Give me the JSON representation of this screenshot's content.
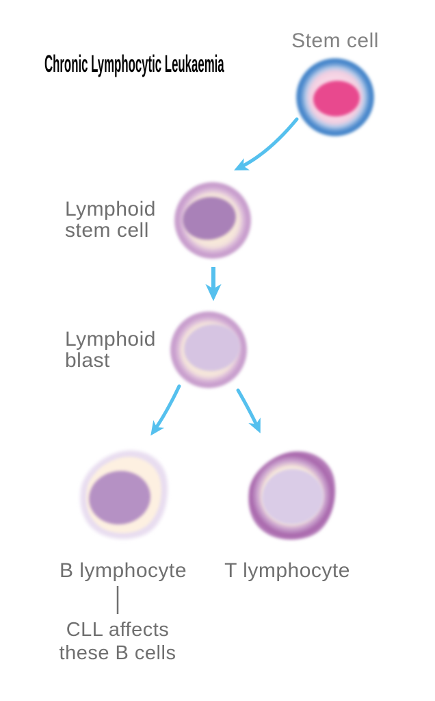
{
  "title": "Chronic Lymphocytic Leukaemia",
  "nodes": {
    "stem_cell": {
      "label": "Stem cell"
    },
    "lymphoid_stem_cell": {
      "label": "Lymphoid\nstem cell"
    },
    "lymphoid_blast": {
      "label": "Lymphoid\nblast"
    },
    "b_lymphocyte": {
      "label": "B lymphocyte"
    },
    "t_lymphocyte": {
      "label": "T lymphocyte"
    }
  },
  "annotation": {
    "text": "CLL affects\nthese B cells",
    "attached_to": "B lymphocyte"
  },
  "edges": [
    {
      "from": "Stem cell",
      "to": "Lymphoid stem cell"
    },
    {
      "from": "Lymphoid stem cell",
      "to": "Lymphoid blast"
    },
    {
      "from": "Lymphoid blast",
      "to": "B lymphocyte"
    },
    {
      "from": "Lymphoid blast",
      "to": "T lymphocyte"
    }
  ],
  "colors": {
    "arrow": "#55c0ee",
    "label_text": "#6f6f6f",
    "title_text": "#040404",
    "stem_cell_ring": "#3c7ec6",
    "stem_cell_cytoplasm": "#f7d7e6",
    "stem_cell_nucleus": "#e8488e",
    "lymphoid_ring": "#c89dcd",
    "cytoplasm_cream": "#f8ead8",
    "lymphoid_stem_nucleus": "#a981b8",
    "lymphoid_blast_nucleus": "#d6c4e2",
    "b_cell_halo": "#e8ddf0",
    "b_cell_nucleus": "#b591c4",
    "t_cell_ring": "#a765ab",
    "t_cell_nucleus": "#dacce7"
  }
}
